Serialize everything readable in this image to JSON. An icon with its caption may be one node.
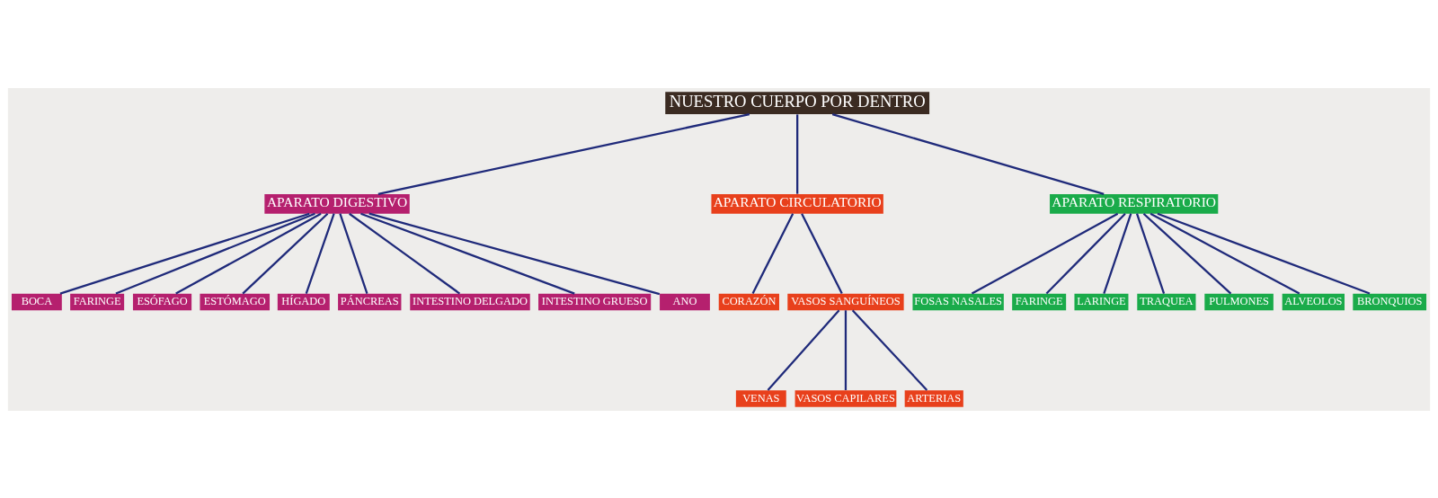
{
  "diagram": {
    "nodes": [
      {
        "text": [
          "NUESTRO CUERPO POR DENTRO"
        ]
      },
      {
        "text": [
          "APARATO DIGESTIVO"
        ]
      },
      {
        "text": [
          "APARATO CIRCULATORIO"
        ]
      },
      {
        "text": [
          "APARATO RESPIRATORIO"
        ]
      },
      {
        "text": [
          "BOCA"
        ]
      },
      {
        "text": [
          "FARINGE"
        ]
      },
      {
        "text": [
          "ESÓFAGO"
        ]
      },
      {
        "text": [
          "ESTÓMAGO"
        ]
      },
      {
        "text": [
          "HÍGADO"
        ]
      },
      {
        "text": [
          "PÁNCREAS"
        ]
      },
      {
        "text": [
          "INTESTINO DELGADO"
        ]
      },
      {
        "text": [
          "INTESTINO GRUESO"
        ]
      },
      {
        "text": [
          "ANO"
        ]
      },
      {
        "text": [
          "CORAZÓN"
        ]
      },
      {
        "text": [
          "VASOS SANGUÍNEOS"
        ]
      },
      {
        "text": [
          "VENAS"
        ]
      },
      {
        "text": [
          "VASOS CAPILARES"
        ]
      },
      {
        "text": [
          "ARTERIAS"
        ]
      },
      {
        "text": [
          "FOSAS NASALES"
        ]
      },
      {
        "text": [
          "FARINGE"
        ]
      },
      {
        "text": [
          "LARINGE"
        ]
      },
      {
        "text": [
          "TRAQUEA"
        ]
      },
      {
        "text": [
          "PULMONES"
        ]
      },
      {
        "text": [
          "ALVEOLOS"
        ]
      },
      {
        "text": [
          "BRONQUIOS"
        ]
      }
    ],
    "edges": [
      {
        "from": 0,
        "to": 1,
        "arrow": "none"
      },
      {
        "from": 0,
        "to": 2,
        "arrow": "none"
      },
      {
        "from": 0,
        "to": 3,
        "arrow": "none"
      },
      {
        "from": 1,
        "to": 4,
        "arrow": "none"
      },
      {
        "from": 1,
        "to": 5,
        "arrow": "none"
      },
      {
        "from": 1,
        "to": 6,
        "arrow": "none"
      },
      {
        "from": 1,
        "to": 7,
        "arrow": "none"
      },
      {
        "from": 1,
        "to": 8,
        "arrow": "none"
      },
      {
        "from": 1,
        "to": 9,
        "arrow": "none"
      },
      {
        "from": 1,
        "to": 10,
        "arrow": "none"
      },
      {
        "from": 1,
        "to": 11,
        "arrow": "none"
      },
      {
        "from": 1,
        "to": 12,
        "arrow": "none"
      },
      {
        "from": 2,
        "to": 13,
        "arrow": "none"
      },
      {
        "from": 2,
        "to": 14,
        "arrow": "none"
      },
      {
        "from": 14,
        "to": 15,
        "arrow": "none"
      },
      {
        "from": 14,
        "to": 16,
        "arrow": "none"
      },
      {
        "from": 14,
        "to": 17,
        "arrow": "none"
      },
      {
        "from": 3,
        "to": 18,
        "arrow": "none"
      },
      {
        "from": 3,
        "to": 19,
        "arrow": "none"
      },
      {
        "from": 3,
        "to": 20,
        "arrow": "none"
      },
      {
        "from": 3,
        "to": 21,
        "arrow": "none"
      },
      {
        "from": 3,
        "to": 22,
        "arrow": "none"
      },
      {
        "from": 3,
        "to": 23,
        "arrow": "none"
      },
      {
        "from": 3,
        "to": 24,
        "arrow": "none"
      }
    ]
  }
}
